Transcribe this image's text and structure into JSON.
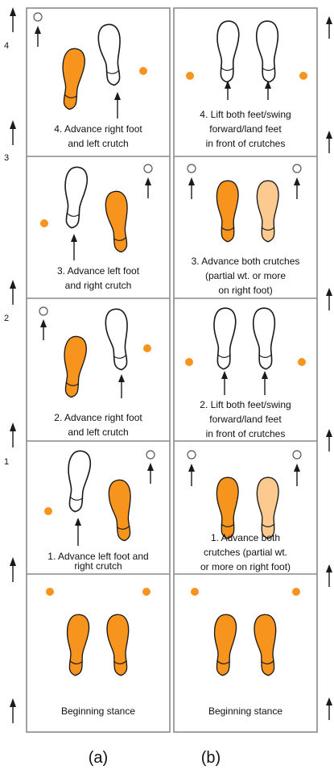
{
  "step_numbers": [
    "4",
    "3",
    "2",
    "1"
  ],
  "sub_labels": {
    "a": "(a)",
    "b": "(b)"
  },
  "column_a": {
    "captions": [
      [
        "4. Advance right foot",
        "and left crutch"
      ],
      [
        "3. Advance left foot",
        "and right crutch"
      ],
      [
        "2. Advance right foot",
        "and left crutch"
      ],
      [
        "1. Advance left foot and",
        "right crutch"
      ],
      [
        "Beginning stance"
      ]
    ]
  },
  "column_b": {
    "captions": [
      [
        "4.  Lift both feet/swing",
        "forward/land feet",
        "in front of crutches"
      ],
      [
        "3. Advance both crutches",
        "(partial wt. or more",
        "on right foot)"
      ],
      [
        "2. Lift both feet/swing",
        "forward/land feet",
        "in front of crutches"
      ],
      [
        "1.   Advance both",
        "crutches (partial wt.",
        "or more on right foot)"
      ],
      [
        "Beginning stance"
      ]
    ]
  },
  "colors": {
    "weight_bearing": "#f7941d",
    "partial_weight": "#fcc98e",
    "border": "#8a8a8a"
  },
  "icons": [
    "footprint-icon",
    "crutch-tip-icon",
    "arrow-up-icon"
  ]
}
